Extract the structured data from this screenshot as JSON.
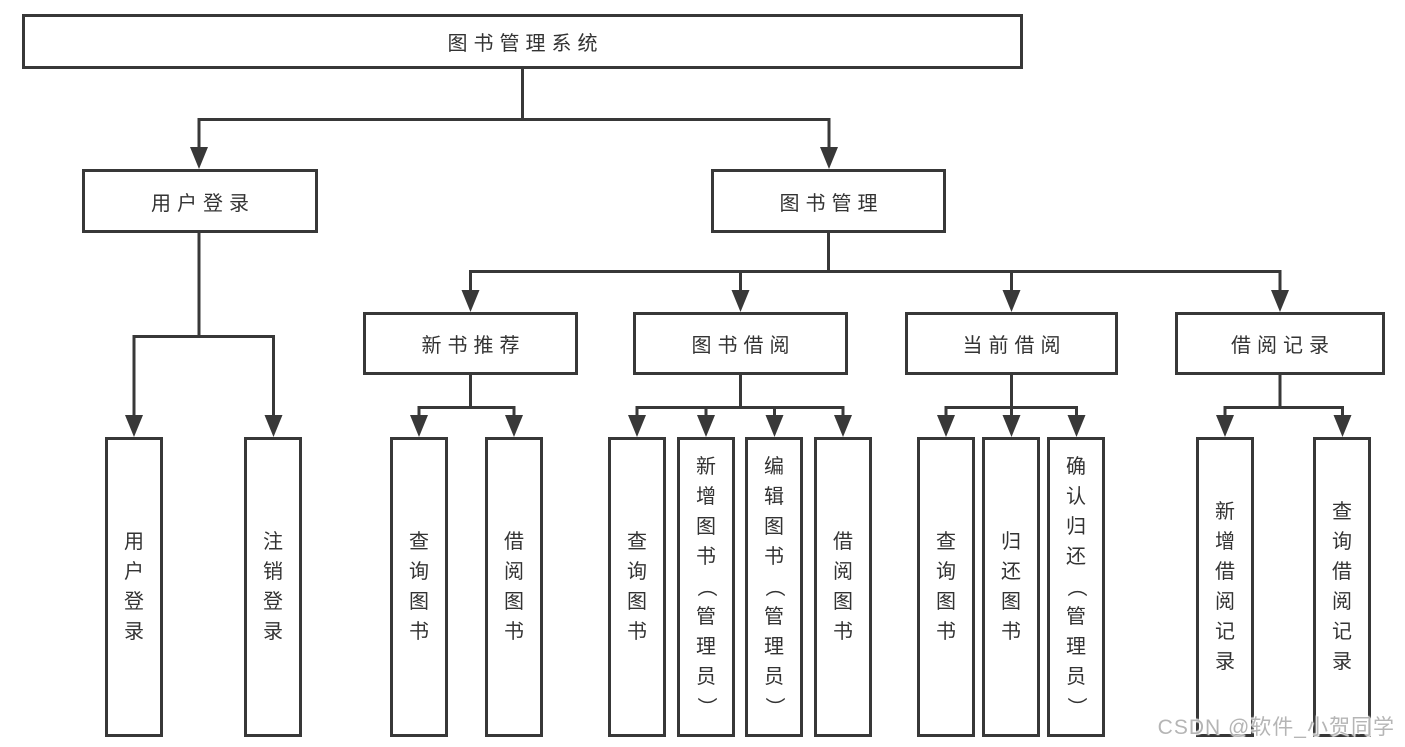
{
  "diagram": {
    "root": {
      "label": "图书管理系统"
    },
    "level2": [
      {
        "label": "用户登录"
      },
      {
        "label": "图书管理"
      }
    ],
    "level3": [
      {
        "label": "新书推荐"
      },
      {
        "label": "图书借阅"
      },
      {
        "label": "当前借阅"
      },
      {
        "label": "借阅记录"
      }
    ],
    "leaves": {
      "login": [
        "用户登录",
        "注销登录"
      ],
      "recommend": [
        "查询图书",
        "借阅图书"
      ],
      "borrow": [
        "查询图书",
        "新增图书（管理员）",
        "编辑图书（管理员）",
        "借阅图书"
      ],
      "current": [
        "查询图书",
        "归还图书",
        "确认归还（管理员）"
      ],
      "records": [
        "新增借阅记录",
        "查询借阅记录"
      ]
    }
  },
  "watermark": {
    "text": "CSDN @软件_小贺同学"
  },
  "colors": {
    "line": "#383838",
    "text": "#333333",
    "background": "#ffffff",
    "watermark": "#b5b5b5"
  }
}
